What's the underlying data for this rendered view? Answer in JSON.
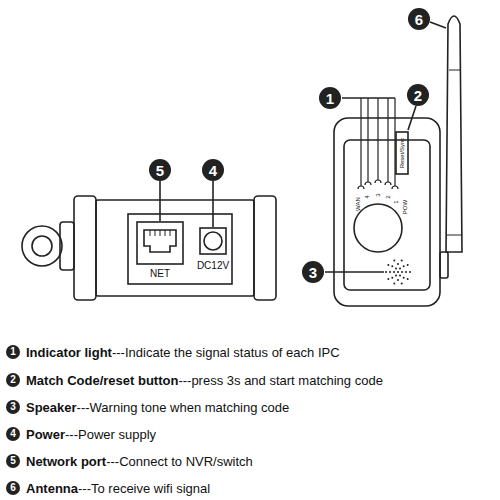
{
  "diagram": {
    "labels": [
      "6",
      "1",
      "2",
      "5",
      "4",
      "3",
      "NET",
      "DC12V",
      "WAN",
      "4",
      "3",
      "2",
      "1",
      "POW",
      "Reset/Sync",
      "1",
      "Indicator light",
      "---Indicate the signal status of each IPC",
      "2",
      "Match Code/reset button",
      "---press 3s and start matching code",
      "3",
      "Speaker",
      "---Warning tone when matching code",
      "4",
      "Power",
      "---Power supply",
      "5",
      "Network port",
      "---Connect to NVR/switch",
      "6",
      "Antenna",
      "---To receive wifi signal"
    ]
  }
}
